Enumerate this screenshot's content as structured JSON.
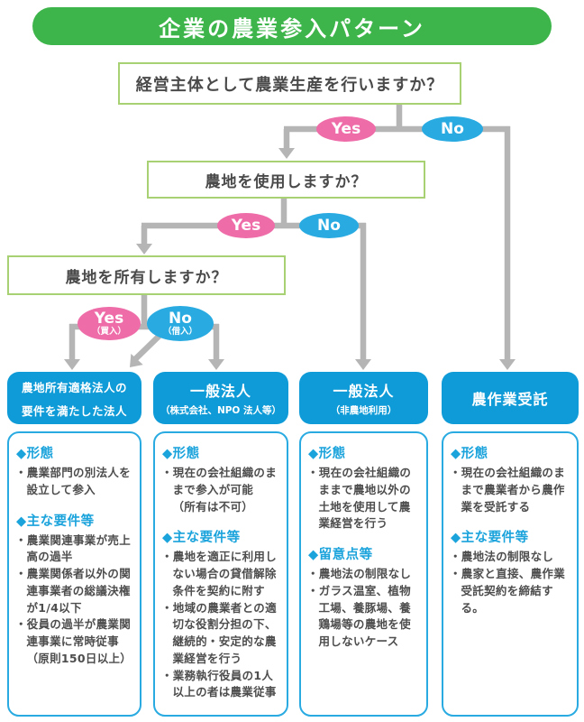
{
  "title": "企業の農業参入パターン",
  "colors": {
    "banner_green": "#3db54a",
    "question_border_green": "#a8d173",
    "yes_pink": "#ee6da8",
    "no_blue": "#29abe2",
    "header_blue": "#0f9bd7",
    "connector_gray": "#b5b5b5",
    "body_text": "#4d4d4d"
  },
  "questions": {
    "q1": "経営主体として農業生産を行いますか？",
    "q2": "農地を使用しますか？",
    "q3": "農地を所有しますか？"
  },
  "labels": {
    "yes": "Yes",
    "no": "No",
    "yes3_sub": "（買入）",
    "no3_sub": "（借入）"
  },
  "columns": [
    {
      "header": {
        "line1": "農地所有適格法人の",
        "line2": "要件を満たした法人"
      },
      "sections": [
        {
          "heading": "◆形態",
          "items": [
            "・農業部門の別法人を設立して参入"
          ]
        },
        {
          "heading": "◆主な要件等",
          "items": [
            "・農業関連事業が売上高の過半",
            "・農業関係者以外の関連事業者の総議決権が1/4以下",
            "・役員の過半が農業関連事業に常時従事（原則150日以上）"
          ]
        }
      ]
    },
    {
      "header": {
        "line1": "一般法人",
        "line2": "（株式会社、NPO 法人等）"
      },
      "sections": [
        {
          "heading": "◆形態",
          "items": [
            "・現在の会社組織のままで参入が可能\n（所有は不可）"
          ]
        },
        {
          "heading": "◆主な要件等",
          "items": [
            "・農地を適正に利用しない場合の貸借解除条件を契約に附す",
            "・地域の農業者との適切な役割分担の下、継続的・安定的な農業経営を行う",
            "・業務執行役員の1人以上の者は農業従事"
          ]
        }
      ]
    },
    {
      "header": {
        "line1": "一般法人",
        "line2": "（非農地利用）"
      },
      "sections": [
        {
          "heading": "◆形態",
          "items": [
            "・現在の会社組織のままで農地以外の土地を使用して農業経営を行う"
          ]
        },
        {
          "heading": "◆留意点等",
          "items": [
            "・農地法の制限なし",
            "・ガラス温室、植物工場、養豚場、養鶏場等の農地を使用しないケース"
          ]
        }
      ]
    },
    {
      "header": {
        "line1": "農作業受託",
        "line2": null
      },
      "sections": [
        {
          "heading": "◆形態",
          "items": [
            "・現在の会社組織のままで農業者から農作業を受託する"
          ]
        },
        {
          "heading": "◆主な要件等",
          "items": [
            "・農地法の制限なし",
            "・農家と直接、農作業受託契約を締結する。"
          ]
        }
      ]
    }
  ]
}
